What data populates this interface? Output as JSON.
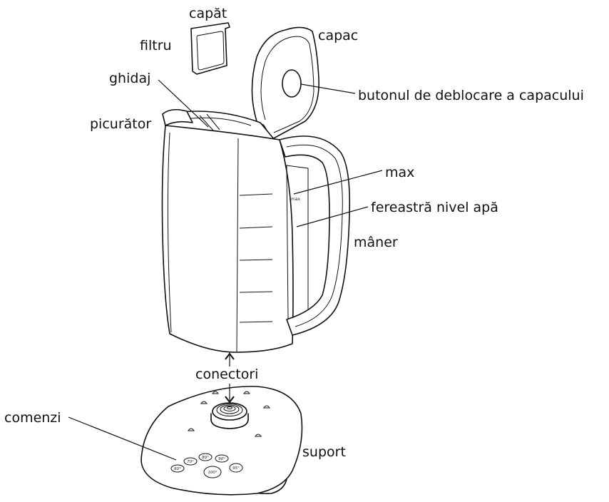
{
  "labels": {
    "capat": "capăt",
    "filtru": "filtru",
    "capac": "capac",
    "ghidaj": "ghidaj",
    "buton": "butonul de deblocare a capacului",
    "picurator": "picurător",
    "max": "max",
    "fereastra": "fereastră nivel apă",
    "maner": "mâner",
    "conectori": "conectori",
    "comenzi": "comenzi",
    "suport": "suport"
  },
  "window_mark": "max",
  "buttons": [
    "60°",
    "70°",
    "80°",
    "90°",
    "95°",
    "100°"
  ]
}
